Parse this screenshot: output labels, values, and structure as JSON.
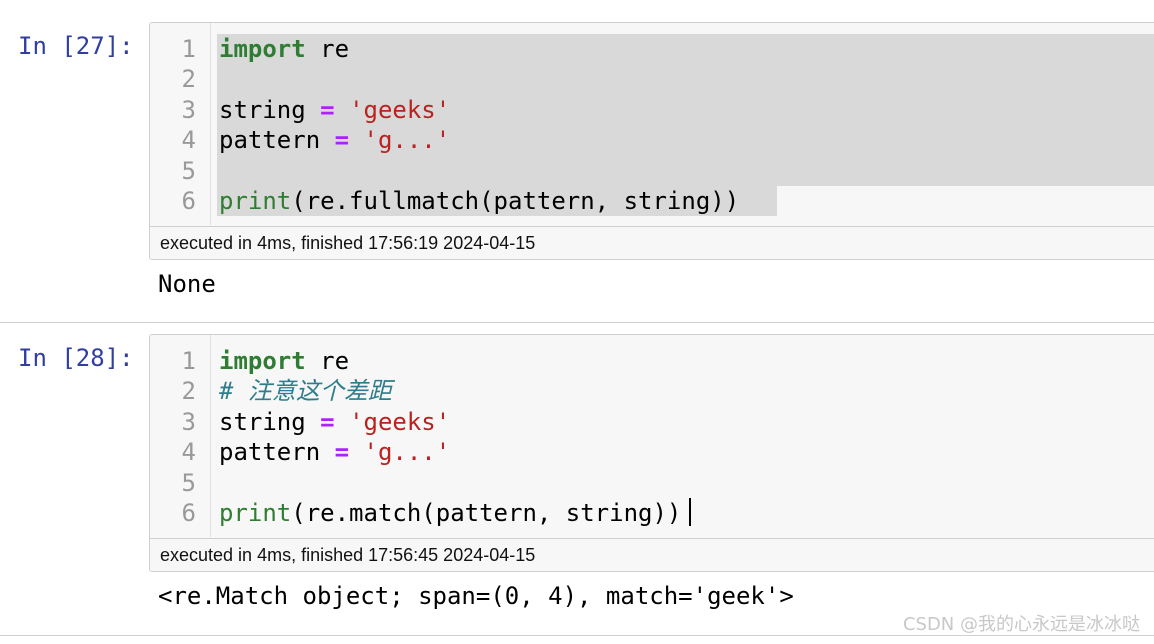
{
  "cells": [
    {
      "prompt": "In [27]:",
      "lines": [
        {
          "num": "1",
          "tokens": [
            {
              "t": "import",
              "c": "kw"
            },
            {
              "t": " re",
              "c": ""
            }
          ]
        },
        {
          "num": "2",
          "tokens": []
        },
        {
          "num": "3",
          "tokens": [
            {
              "t": "string ",
              "c": ""
            },
            {
              "t": "=",
              "c": "op"
            },
            {
              "t": " ",
              "c": ""
            },
            {
              "t": "'geeks'",
              "c": "str"
            }
          ]
        },
        {
          "num": "4",
          "tokens": [
            {
              "t": "pattern ",
              "c": ""
            },
            {
              "t": "=",
              "c": "op"
            },
            {
              "t": " ",
              "c": ""
            },
            {
              "t": "'g...'",
              "c": "str"
            }
          ]
        },
        {
          "num": "5",
          "tokens": []
        },
        {
          "num": "6",
          "tokens": [
            {
              "t": "print",
              "c": "builtin"
            },
            {
              "t": "(re.fullmatch(pattern, string)) ",
              "c": ""
            }
          ]
        }
      ],
      "exec_info": "executed in 4ms, finished 17:56:19 2024-04-15",
      "output": "None"
    },
    {
      "prompt": "In [28]:",
      "lines": [
        {
          "num": "1",
          "tokens": [
            {
              "t": "import",
              "c": "kw"
            },
            {
              "t": " re",
              "c": ""
            }
          ]
        },
        {
          "num": "2",
          "tokens": [
            {
              "t": "# 注意这个差距",
              "c": "comment"
            }
          ]
        },
        {
          "num": "3",
          "tokens": [
            {
              "t": "string ",
              "c": ""
            },
            {
              "t": "=",
              "c": "op"
            },
            {
              "t": " ",
              "c": ""
            },
            {
              "t": "'geeks'",
              "c": "str"
            }
          ]
        },
        {
          "num": "4",
          "tokens": [
            {
              "t": "pattern ",
              "c": ""
            },
            {
              "t": "=",
              "c": "op"
            },
            {
              "t": " ",
              "c": ""
            },
            {
              "t": "'g...'",
              "c": "str"
            }
          ]
        },
        {
          "num": "5",
          "tokens": []
        },
        {
          "num": "6",
          "tokens": [
            {
              "t": "print",
              "c": "builtin"
            },
            {
              "t": "(re.match(pattern, string))",
              "c": ""
            }
          ]
        }
      ],
      "exec_info": "executed in 4ms, finished 17:56:45 2024-04-15",
      "output": "<re.Match object; span=(0, 4), match='geek'>"
    }
  ],
  "watermark": "CSDN @我的心永远是冰冰哒",
  "colors": {
    "prompt": "#303f9f",
    "keyword": "#2e7d32",
    "operator": "#aa22ff",
    "string": "#ba2121",
    "comment": "#2f7d8c",
    "selection": "#d9d9d9"
  }
}
